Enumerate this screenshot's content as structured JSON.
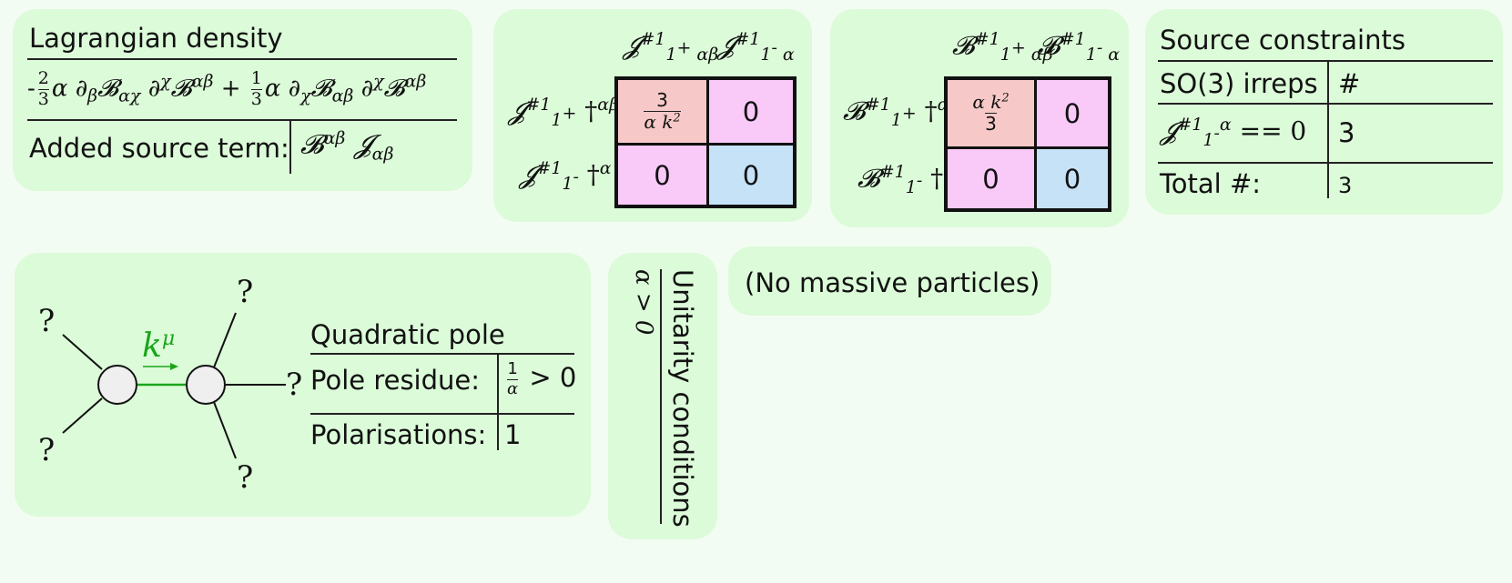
{
  "lagrangian": {
    "title": "Lagrangian density",
    "c1_num": "2",
    "c1_den": "3",
    "c2_num": "1",
    "c2_den": "3",
    "source_label": "Added source term:"
  },
  "matrix_j": {
    "cell_num": "3",
    "zero": "0"
  },
  "matrix_b": {
    "cell_den": "3",
    "zero": "0"
  },
  "constraints": {
    "title": "Source constraints",
    "col1": "SO(3) irreps",
    "col2": "#",
    "row_value": "== 0",
    "row_count": "3",
    "total_label": "Total #:",
    "total_value": "3"
  },
  "pole": {
    "title": "Quadratic pole",
    "residue_label": "Pole residue:",
    "residue_num": "1",
    "residue_cmp": "> 0",
    "pol_label": "Polarisations:",
    "pol_value": "1",
    "momentum": "k",
    "momentum_sup": "μ",
    "leg_marker": "?"
  },
  "unitarity": {
    "title": "Unitarity conditions",
    "condition": "α > 0"
  },
  "massive": {
    "text": "(No massive particles)"
  },
  "colors": {
    "panel": "#dcfbd9",
    "background": "#f3fcf2",
    "pink_cell": "#f6c9c8",
    "magenta_cell": "#f9c9f8",
    "blue_cell": "#c6e2f7",
    "propagator": "#1aa51a"
  }
}
